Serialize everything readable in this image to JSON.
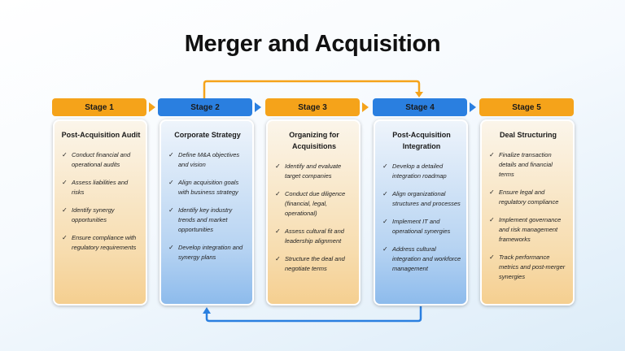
{
  "title": "Merger and Acquisition",
  "stages": [
    {
      "label": "Stage 1",
      "color": "#f5a31a",
      "theme": "orange",
      "card_title": "Post-Acquisition Audit",
      "items": [
        "Conduct financial and operational audits",
        "Assess liabilities and risks",
        "Identify synergy opportunities",
        "Ensure compliance with regulatory requirements"
      ]
    },
    {
      "label": "Stage 2",
      "color": "#2a7fe0",
      "theme": "blue",
      "card_title": "Corporate Strategy",
      "items": [
        "Define M&A objectives and vision",
        "Align acquisition goals with business strategy",
        "Identify key industry trends and market opportunities",
        "Develop integration and synergy plans"
      ]
    },
    {
      "label": "Stage 3",
      "color": "#f5a31a",
      "theme": "orange",
      "card_title": "Organizing for Acquisitions",
      "items": [
        "Identify and evaluate target companies",
        "Conduct due diligence (financial, legal, operational)",
        "Assess cultural fit and leadership alignment",
        "Structure the deal and negotiate terms"
      ]
    },
    {
      "label": "Stage 4",
      "color": "#2a7fe0",
      "theme": "blue",
      "card_title": "Post-Acquisition Integration",
      "items": [
        "Develop a detailed integration roadmap",
        "Align organizational structures and processes",
        "Implement IT and operational synergies",
        "Address cultural integration and workforce management"
      ]
    },
    {
      "label": "Stage 5",
      "color": "#f5a31a",
      "theme": "orange",
      "card_title": "Deal Structuring",
      "items": [
        "Finalize transaction details and financial terms",
        "Ensure legal and regulatory compliance",
        "Implement governance and risk management frameworks",
        "Track performance metrics and post-merger synergies"
      ]
    }
  ],
  "connectors": {
    "top": {
      "color": "#f5a31a",
      "from": "Stage 2",
      "to": "Stage 4"
    },
    "bottom": {
      "color": "#2a7fe0",
      "from": "Stage 4",
      "to": "Stage 2"
    }
  },
  "check_icon": "check-icon"
}
